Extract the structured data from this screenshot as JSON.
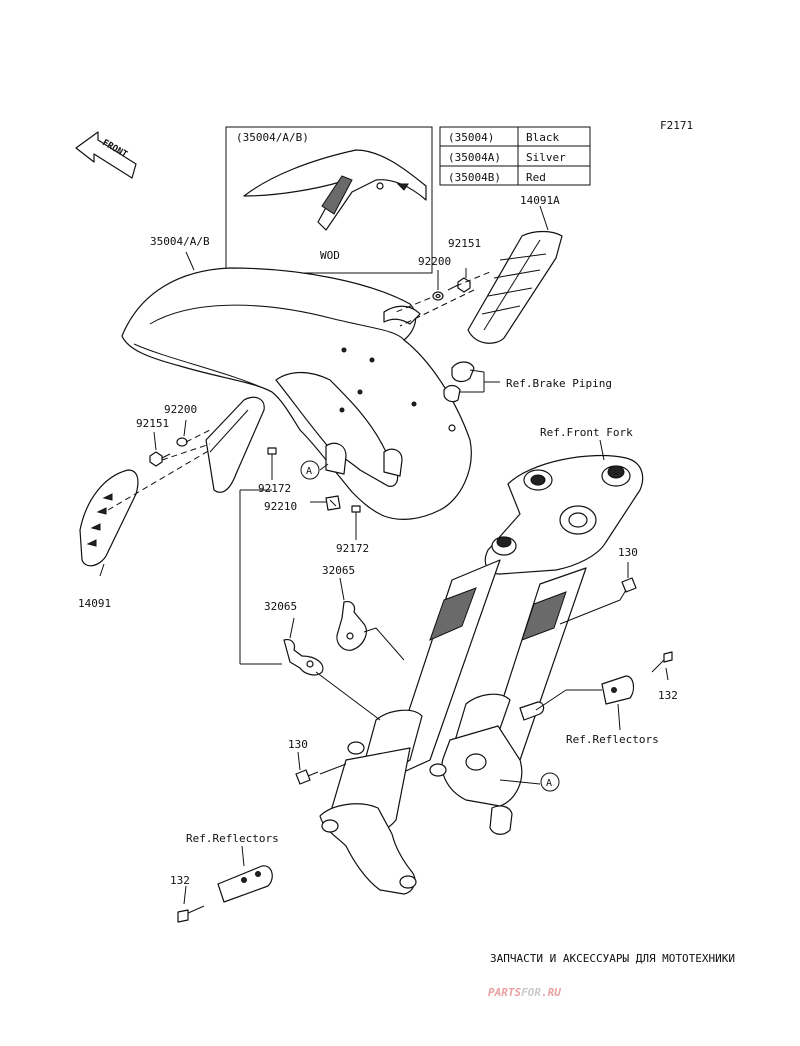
{
  "figure_id": "F2171",
  "front_arrow": "FRONT",
  "inset": {
    "title": "(35004/A/B)",
    "caption": "WOD"
  },
  "color_table": [
    {
      "code": "(35004)",
      "color": "Black"
    },
    {
      "code": "(35004A)",
      "color": "Silver"
    },
    {
      "code": "(35004B)",
      "color": "Red"
    }
  ],
  "labels": {
    "fender": "35004/A/B",
    "cover_right": "14091A",
    "cover_left": "14091",
    "bolt_92151_top": "92151",
    "washer_92200_top": "92200",
    "washer_92200_left": "92200",
    "bolt_92151_left": "92151",
    "bolt_92172_a": "92172",
    "nut_92210": "92210",
    "bolt_92172_b": "92172",
    "bracket_32065_a": "32065",
    "bracket_32065_b": "32065",
    "bolt_130_right": "130",
    "bolt_130_left": "130",
    "bolt_132_right": "132",
    "bolt_132_left": "132",
    "ref_brake_piping": "Ref.Brake Piping",
    "ref_front_fork": "Ref.Front Fork",
    "ref_reflectors_right": "Ref.Reflectors",
    "ref_reflectors_left": "Ref.Reflectors",
    "marker_a": "A"
  },
  "watermark": {
    "tagline": "ЗАПЧАСТИ И АКСЕССУАРЫ ДЛЯ МОТОТЕХНИКИ",
    "brand_part1": "PARTS",
    "brand_part2": "FOR",
    "brand_part3": ".RU",
    "brand_color": "#e8a0a0",
    "accent_color": "#c9c9c9"
  }
}
